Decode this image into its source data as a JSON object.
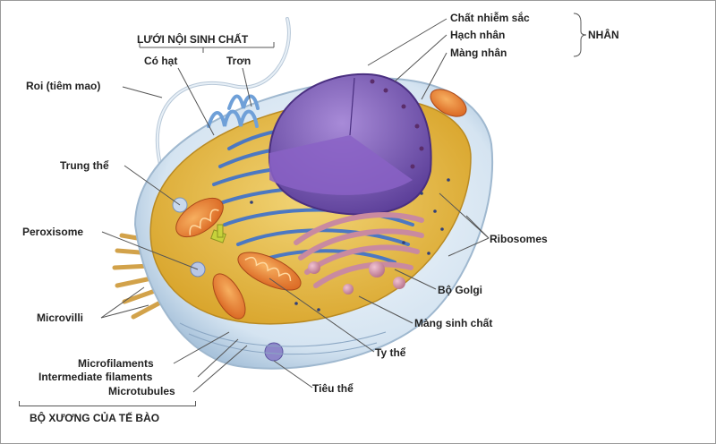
{
  "labels": {
    "er_title": "LƯỚI NỘI SINH CHẤT",
    "rough_er": "Có hạt",
    "smooth_er": "Trơn",
    "flagellum": "Roi (tiêm mao)",
    "centrosome": "Trung thể",
    "peroxisome": "Peroxisome",
    "microvilli": "Microvilli",
    "microfilaments": "Microfilaments",
    "intermediate_filaments": "Intermediate filaments",
    "microtubules": "Microtubules",
    "cytoskeleton": "BỘ XƯƠNG CỦA TẾ BÀO",
    "chromatin": "Chất nhiễm sắc",
    "nucleolus": "Hạch nhân",
    "nuclear_membrane": "Màng nhân",
    "nucleus": "NHÂN",
    "ribosomes": "Ribosomes",
    "golgi": "Bộ Golgi",
    "plasma_membrane": "Màng sinh chất",
    "mitochondria": "Ty thể",
    "lysosome": "Tiêu thể"
  },
  "colors": {
    "membrane": "#cfe1f0",
    "cytoplasm": "#e9bf45",
    "er": "#4c78c2",
    "nucleus": "#7b5ab5",
    "golgi": "#c98aa0",
    "mitochondria": "#e8832f",
    "leader": "#555555"
  }
}
